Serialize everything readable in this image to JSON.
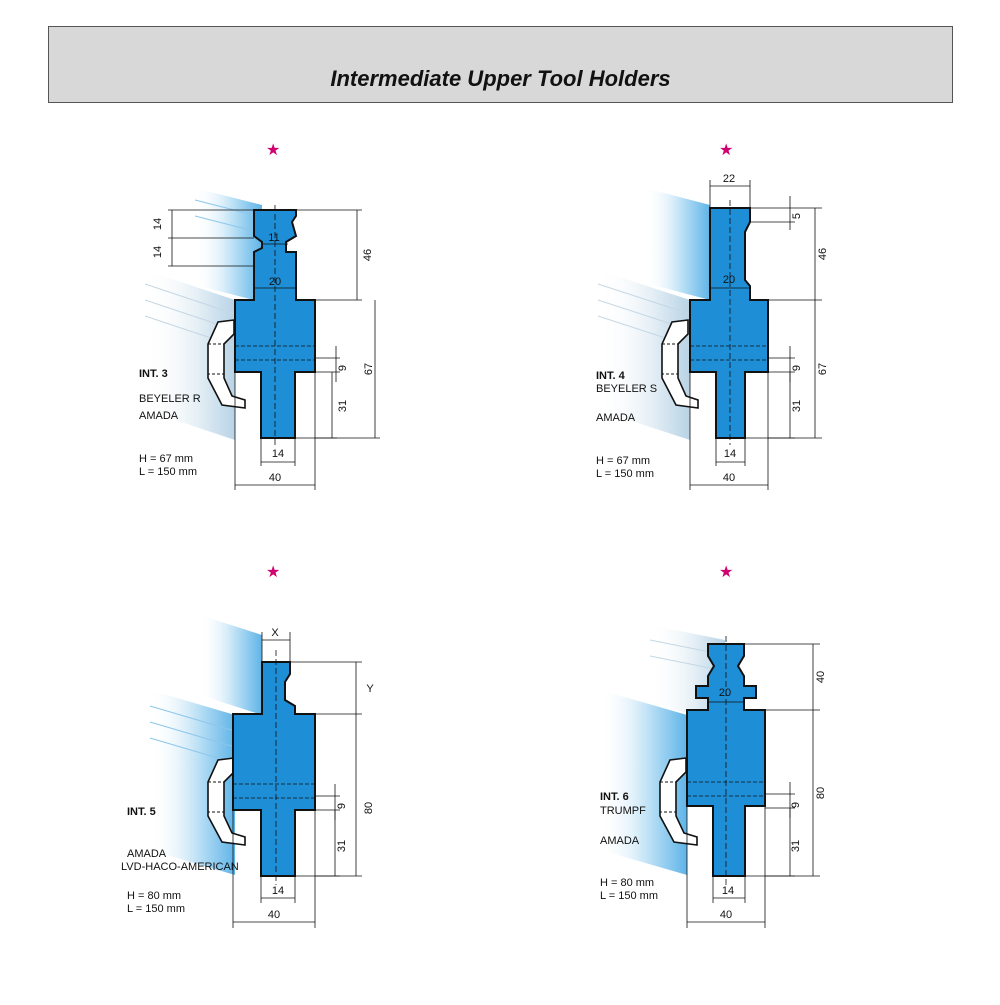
{
  "title": "Intermediate Upper Tool Holders",
  "star_symbol": "★",
  "colors": {
    "tool_fill": "#1e8fd6",
    "rail_light": "#e6f3fb",
    "rail_mid": "#9fd0ef",
    "star": "#d0006f",
    "title_bg": "#d8d8d8"
  },
  "panels": [
    {
      "id": "int3",
      "name": "INT. 3",
      "system": "BEYELER R",
      "brand": "AMADA",
      "height_spec": "H =  67 mm",
      "length_spec": "L = 150 mm",
      "dims": {
        "a": "14",
        "b": "14",
        "c": "11",
        "d": "20",
        "top": "46",
        "total": "67",
        "gap": "9",
        "low": "31",
        "shank": "14",
        "width": "40"
      }
    },
    {
      "id": "int4",
      "name": "INT. 4",
      "system": "BEYELER S",
      "brand": "AMADA",
      "height_spec": "H =  67 mm",
      "length_spec": "L = 150 mm",
      "dims": {
        "top_w": "22",
        "notch": "5",
        "d": "20",
        "top": "46",
        "total": "67",
        "gap": "9",
        "low": "31",
        "shank": "14",
        "width": "40"
      }
    },
    {
      "id": "int5",
      "name": "INT. 5",
      "system": "AMADA",
      "brand": "LVD-HACO-AMERICAN",
      "height_spec": "H =  80 mm",
      "length_spec": "L = 150 mm",
      "dims": {
        "x": "X",
        "y": "Y",
        "total": "80",
        "gap": "9",
        "low": "31",
        "shank": "14",
        "width": "40"
      }
    },
    {
      "id": "int6",
      "name": "INT. 6",
      "system": "TRUMPF",
      "brand": "AMADA",
      "height_spec": "H =  80 mm",
      "length_spec": "L = 150 mm",
      "dims": {
        "d": "20",
        "top": "40",
        "total": "80",
        "gap": "9",
        "low": "31",
        "shank": "14",
        "width": "40"
      }
    }
  ]
}
